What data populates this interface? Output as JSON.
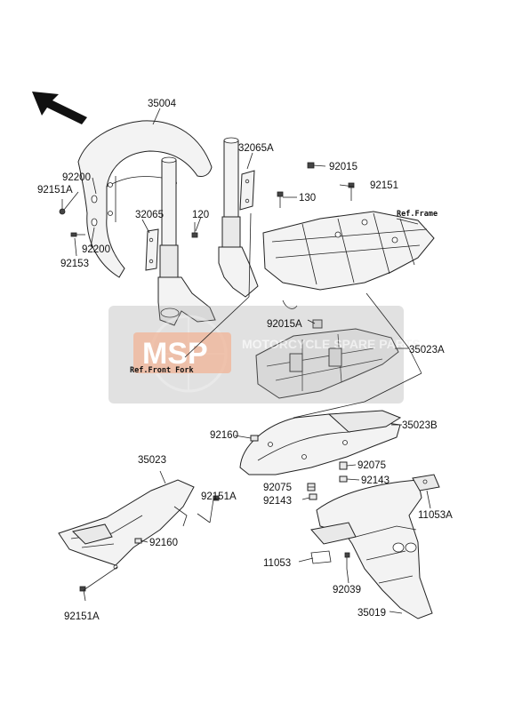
{
  "parts": [
    {
      "id": "p35004",
      "label": "35004"
    },
    {
      "id": "p32065A",
      "label": "32065A"
    },
    {
      "id": "p92015_top",
      "label": "92015"
    },
    {
      "id": "p92200_a",
      "label": "92200"
    },
    {
      "id": "p92151A_a",
      "label": "92151A"
    },
    {
      "id": "p130",
      "label": "130"
    },
    {
      "id": "p92151_top",
      "label": "92151"
    },
    {
      "id": "p32065",
      "label": "32065"
    },
    {
      "id": "p120",
      "label": "120"
    },
    {
      "id": "p92200_b",
      "label": "92200"
    },
    {
      "id": "p92153",
      "label": "92153"
    },
    {
      "id": "p92015A",
      "label": "92015A"
    },
    {
      "id": "p35023A",
      "label": "35023A"
    },
    {
      "id": "p92160_a",
      "label": "92160"
    },
    {
      "id": "p35023B",
      "label": "35023B"
    },
    {
      "id": "p35023",
      "label": "35023"
    },
    {
      "id": "p92075_a",
      "label": "92075"
    },
    {
      "id": "p92075_b",
      "label": "92075"
    },
    {
      "id": "p92143_a",
      "label": "92143"
    },
    {
      "id": "p92143_b",
      "label": "92143"
    },
    {
      "id": "p92151A_b",
      "label": "92151A"
    },
    {
      "id": "p11053A",
      "label": "11053A"
    },
    {
      "id": "p92160_b",
      "label": "92160"
    },
    {
      "id": "p11053",
      "label": "11053"
    },
    {
      "id": "p92039",
      "label": "92039"
    },
    {
      "id": "p35019",
      "label": "35019"
    },
    {
      "id": "p92151A_c",
      "label": "92151A"
    }
  ],
  "refs": {
    "frame": "Ref.Frame",
    "front_fork": "Ref.Front Fork"
  },
  "watermark": {
    "logo": "MSP",
    "text": "MOTORCYCLE SPARE PARTS",
    "color": "#b9b9b9",
    "logo_color": "#e8743a"
  },
  "icons": {
    "direction": "front-direction-arrow-icon"
  }
}
